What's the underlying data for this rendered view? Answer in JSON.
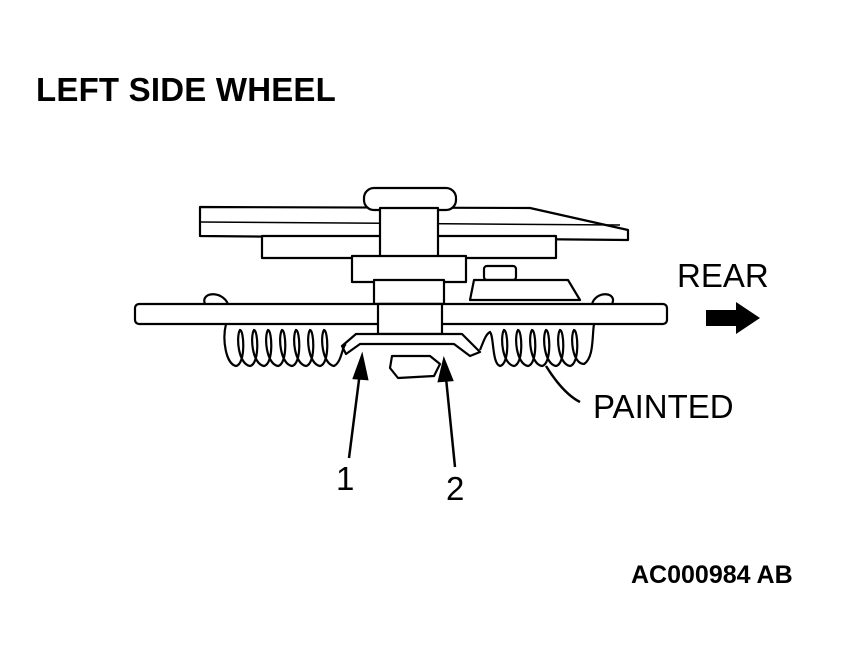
{
  "title": "LEFT SIDE WHEEL",
  "labels": {
    "rear": "REAR",
    "painted": "PAINTED",
    "callout_1": "1",
    "callout_2": "2"
  },
  "figure_code": "AC000984 AB",
  "icons": {
    "direction": "arrow-right-icon"
  },
  "colors": {
    "line": "#000000",
    "background": "#ffffff"
  }
}
